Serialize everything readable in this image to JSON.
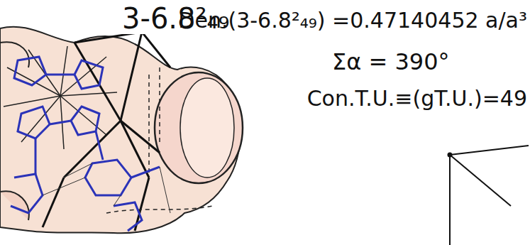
{
  "diagram": {
    "title": "3-6.8²₄₉",
    "labels": [
      "Den.(3-6.8²₄₉) =0.47140452 a/a³",
      "Σα = 390°",
      "Con.T.U.≡(gT.U.)=49"
    ]
  }
}
